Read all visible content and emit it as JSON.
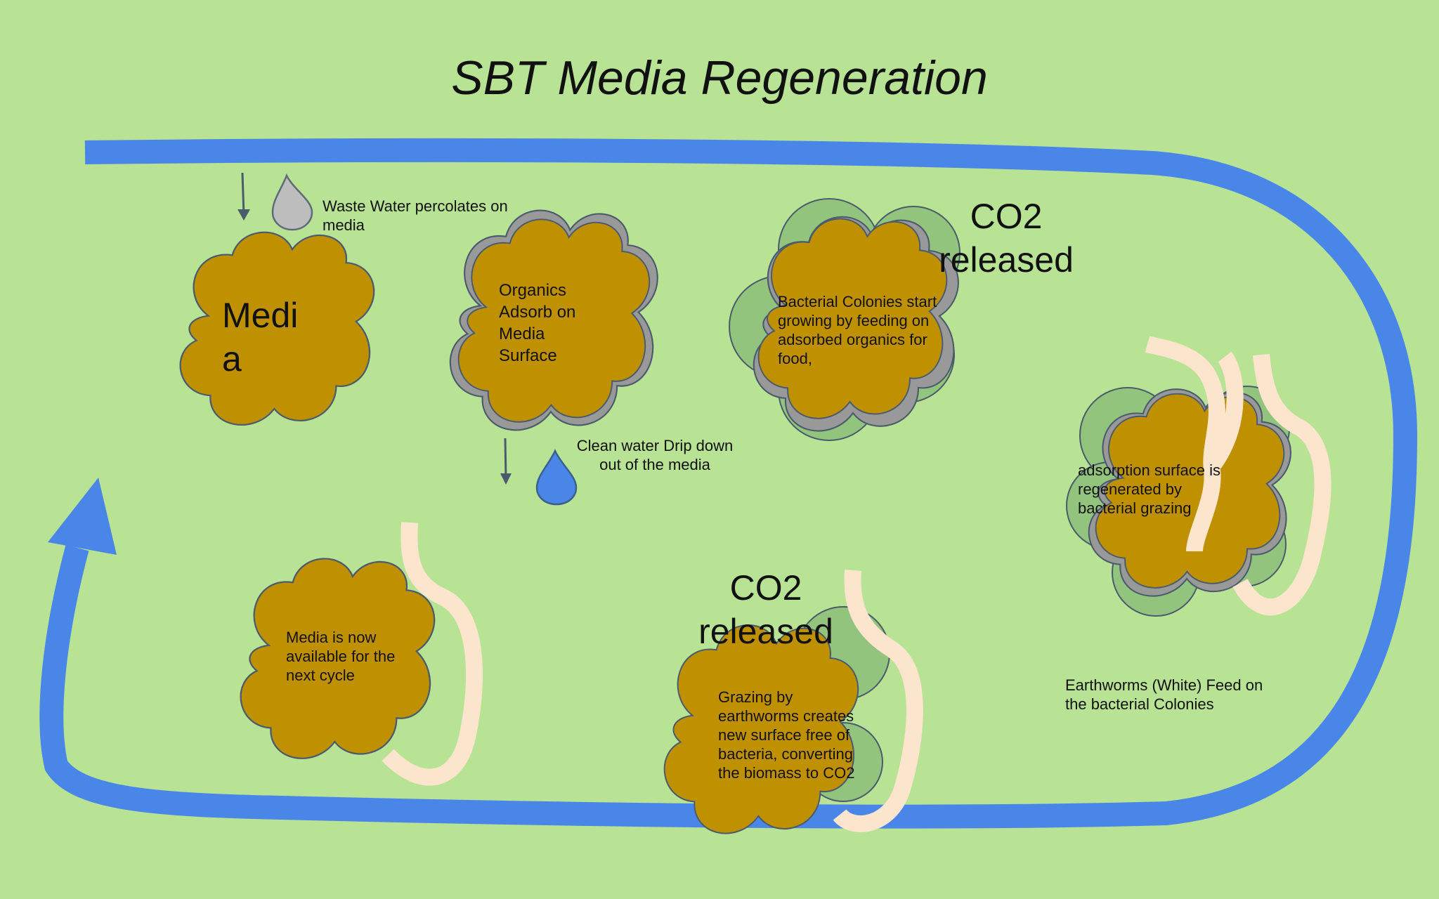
{
  "title": "SBT Media Regeneration",
  "labels": {
    "media": "Medi a",
    "waste_water": "Waste Water percolates on media",
    "organics": "Organics Adsorb on Media Surface",
    "clean_water": "Clean water Drip down out of the media",
    "bacterial": "Bacterial Colonies start growing by feeding on adsorbed organics for food,",
    "co2_top": "CO2 released",
    "adsorption": "adsorption surface is regenerated by bacterial grazing",
    "earthworms": "Earthworms (White) Feed on the bacterial Colonies",
    "co2_bottom": "CO2 released",
    "grazing": "Grazing by earthworms creates new surface free of bacteria, converting the biomass to CO2",
    "available": "Media is now available for the next cycle"
  },
  "colors": {
    "background": "#b8e294",
    "flow_arrow": "#4a86e8",
    "media_fill": "#bf9000",
    "adsorbed_layer": "#999999",
    "bacteria": "#93c47d",
    "earthworm": "#fce5cd",
    "waste_drop": "#bdbdbd",
    "clean_drop": "#4a86e8",
    "outline": "#4a5b6b"
  },
  "icons": [
    "waste-water-drop-icon",
    "clean-water-drop-icon",
    "down-arrow-icon",
    "cycle-arrow-icon",
    "earthworm-icon",
    "bacteria-colony-icon"
  ]
}
